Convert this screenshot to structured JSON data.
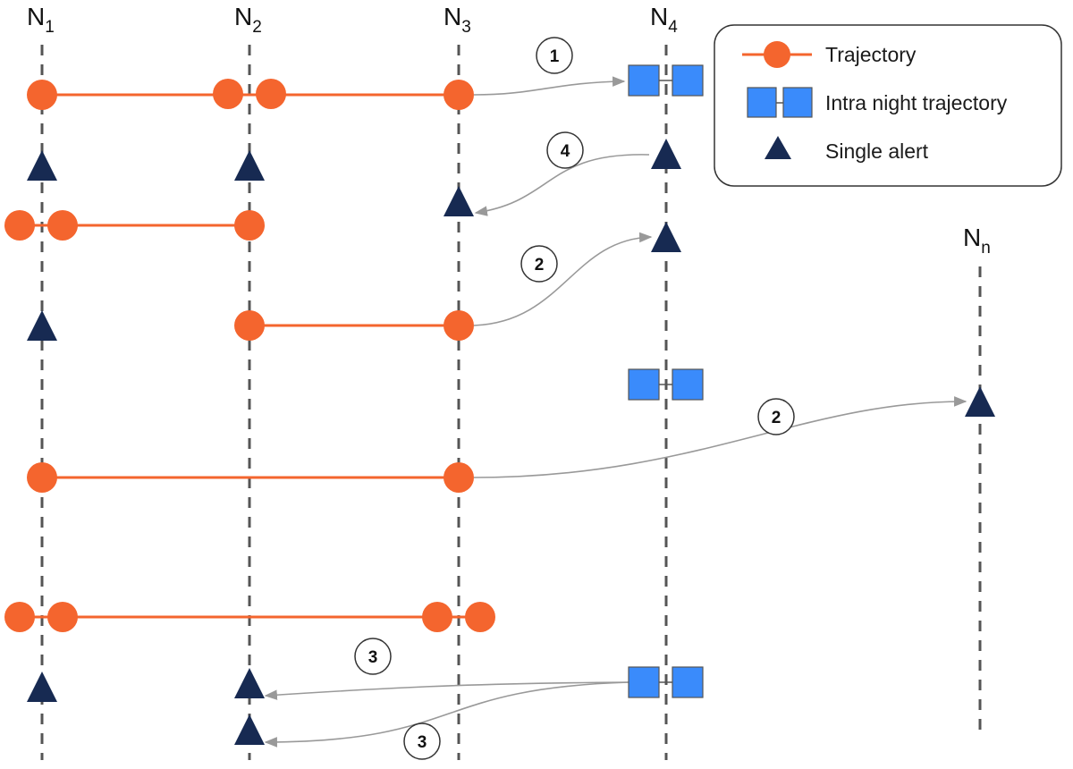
{
  "colors": {
    "trajectory": "#f4652e",
    "intra_night": "#3a8bfb",
    "intra_night_stroke": "#555555",
    "alert": "#172a52",
    "night_line": "#555555",
    "arrow": "#999999",
    "legend_border": "#333333"
  },
  "nights": [
    {
      "id": "N1",
      "base": "N",
      "sub": "1"
    },
    {
      "id": "N2",
      "base": "N",
      "sub": "2"
    },
    {
      "id": "N3",
      "base": "N",
      "sub": "3"
    },
    {
      "id": "N4",
      "base": "N",
      "sub": "4"
    },
    {
      "id": "Nn",
      "base": "N",
      "sub": "n"
    }
  ],
  "legend": {
    "items": [
      {
        "kind": "trajectory",
        "label": "Trajectory"
      },
      {
        "kind": "intra_night",
        "label": "Intra night trajectory"
      },
      {
        "kind": "alert",
        "label": "Single alert"
      }
    ]
  },
  "steps": [
    {
      "label": "1"
    },
    {
      "label": "4"
    },
    {
      "label": "2"
    },
    {
      "label": "2"
    },
    {
      "label": "3"
    },
    {
      "label": "3"
    }
  ]
}
